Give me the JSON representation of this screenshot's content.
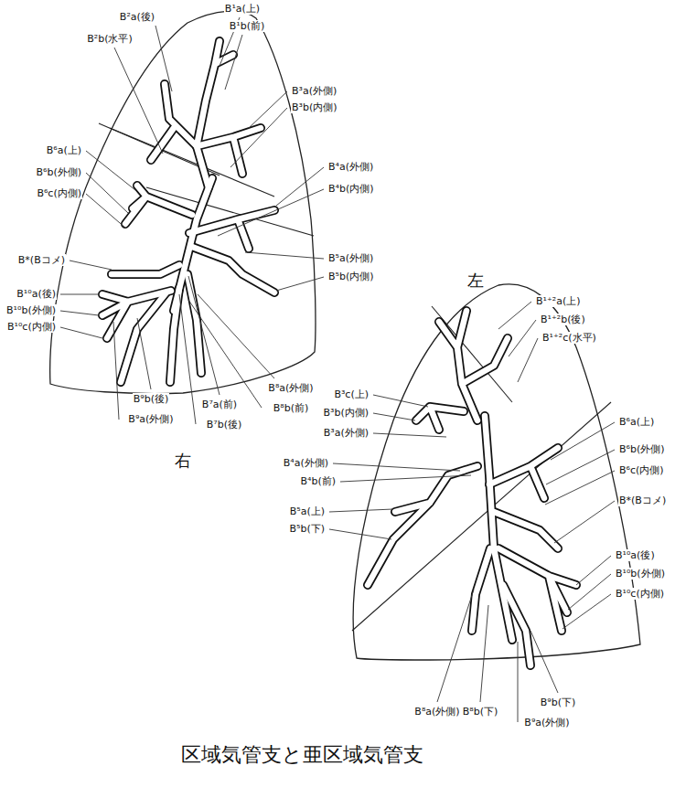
{
  "diagram": {
    "caption": "区域気管支と亜区域気管支",
    "labels": [
      "B²a(後)",
      "B¹a(上)",
      "B¹b(前)",
      "B²b(水平)",
      "B³a(外側)",
      "B³b(内側)",
      "B⁶a(上)",
      "B⁶b(外側)",
      "B⁶c(内側)",
      "B⁴a(外側)",
      "B⁴b(内側)",
      "B*(Bコメ)",
      "B⁵a(外側)",
      "B⁵b(内側)",
      "B¹⁰a(後)",
      "B¹⁰b(外側)",
      "B¹⁰c(内側)",
      "B⁹b(後)",
      "B⁹a(外側)",
      "B⁷a(前)",
      "B⁷b(後)",
      "B⁸a(外側)",
      "B⁸b(前)",
      "右",
      "左",
      "B¹⁺²a(上)",
      "B¹⁺²b(後)",
      "B¹⁺²c(水平)",
      "B³c(上)",
      "B³b(内側)",
      "B³a(外側)",
      "B⁴a(外側)",
      "B⁴b(前)",
      "B⁵a(上)",
      "B⁵b(下)",
      "B⁶a(上)",
      "B⁶b(外側)",
      "B⁶c(内側)",
      "B*(Bコメ)",
      "B¹⁰a(後)",
      "B¹⁰b(外側)",
      "B¹⁰c(内側)",
      "B⁸a(外側)",
      "B⁸b(下)",
      "B⁹b(下)",
      "B⁹a(外側)"
    ]
  }
}
